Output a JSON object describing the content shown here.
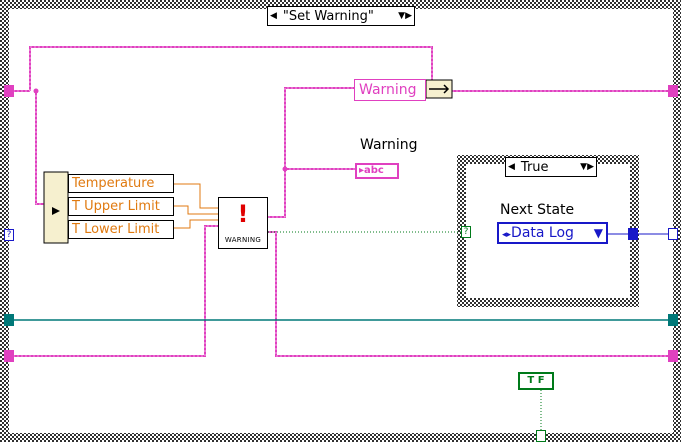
{
  "outer_case": {
    "selector_label": "\"Set Warning\"",
    "left_arrow": "◀",
    "right_arrow": "▼▶"
  },
  "inner_case": {
    "selector_label": "True",
    "left_arrow": "◀",
    "right_arrow": "▼▶"
  },
  "bundle_by_name": {
    "items": [
      "Temperature",
      "T Upper Limit",
      "T Lower Limit"
    ]
  },
  "warning_bundle_label": "Warning",
  "warning_indicator": {
    "label": "Warning",
    "type_glyph": "▸abc"
  },
  "warning_vi": {
    "glyph": "!",
    "caption": "WARNING"
  },
  "next_state": {
    "label": "Next State",
    "value": "Data Log",
    "prefix": "◂▸",
    "dropdown": "▼"
  },
  "selector_tunnel": "?",
  "boolean_constant": "T F",
  "wire_colors": {
    "cluster": "#e040c0",
    "numeric": "#e07a10",
    "enum": "#1818c8",
    "boolean": "#007a1a",
    "error": "#007878",
    "frame_pattern": "#404040"
  },
  "icons": {
    "selector_left": "triangle-left-icon",
    "selector_right": "dropdown-right-arrow-icon",
    "warning": "exclamation-warning-icon",
    "string": "string-type-icon"
  }
}
